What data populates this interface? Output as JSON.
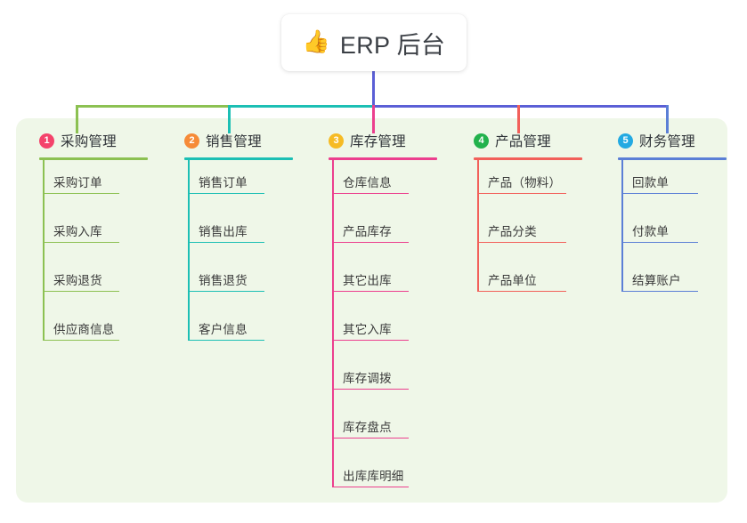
{
  "root": {
    "icon": "thumbs-up-icon",
    "icon_glyph": "👍",
    "title": "ERP 后台"
  },
  "theme": {
    "panel_bg": "#eff7e8",
    "page_bg": "#ffffff",
    "trunk_color": "#5b5fd6",
    "text_color": "#3a3a3a"
  },
  "columns": [
    {
      "index": "1",
      "title": "采购管理",
      "badge_color": "#f4436b",
      "line_color": "#8cc152",
      "leaves": [
        "采购订单",
        "采购入库",
        "采购退货",
        "供应商信息"
      ]
    },
    {
      "index": "2",
      "title": "销售管理",
      "badge_color": "#f68b38",
      "line_color": "#1cbfb4",
      "leaves": [
        "销售订单",
        "销售出库",
        "销售退货",
        "客户信息"
      ]
    },
    {
      "index": "3",
      "title": "库存管理",
      "badge_color": "#f6bb24",
      "line_color": "#ec3f8e",
      "leaves": [
        "仓库信息",
        "产品库存",
        "其它出库",
        "其它入库",
        "库存调拨",
        "库存盘点",
        "出库库明细"
      ]
    },
    {
      "index": "4",
      "title": "产品管理",
      "badge_color": "#22b24c",
      "line_color": "#f2605a",
      "leaves": [
        "产品（物料）",
        "产品分类",
        "产品单位"
      ]
    },
    {
      "index": "5",
      "title": "财务管理",
      "badge_color": "#23aae2",
      "line_color": "#5b7fd6",
      "leaves": [
        "回款单",
        "付款单",
        "结算账户"
      ]
    }
  ],
  "connectors": {
    "bus_segments": [
      {
        "name": "segment-purchase",
        "color": "#8cc152"
      },
      {
        "name": "segment-sales",
        "color": "#1cbfb4"
      },
      {
        "name": "segment-right",
        "color": "#5b5fd6"
      }
    ]
  }
}
